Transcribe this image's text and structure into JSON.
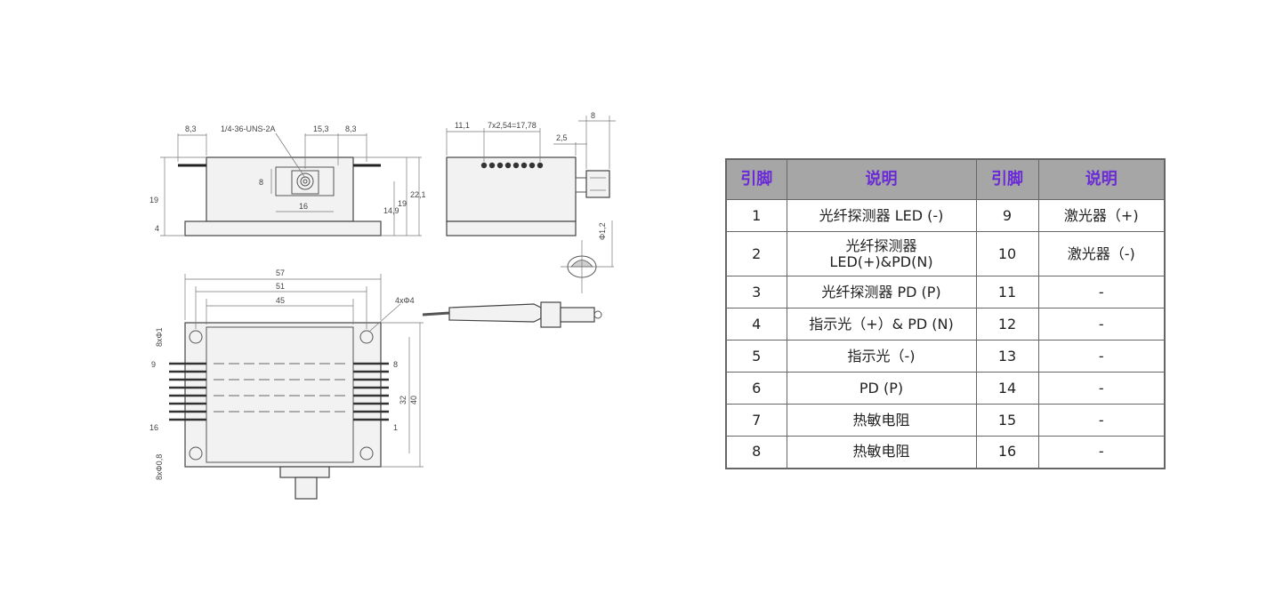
{
  "drawing": {
    "top_view": {
      "thread_label": "1/4-36-UNS-2A",
      "dims": [
        "8,3",
        "15,3",
        "8,3",
        "8",
        "16",
        "19",
        "4",
        "14,9",
        "19",
        "22,1"
      ]
    },
    "side_view": {
      "dims": [
        "11,1",
        "7x2,54=17,78",
        "2,5",
        "8",
        "Φ1,2"
      ]
    },
    "plan_view": {
      "dims": [
        "57",
        "51",
        "45",
        "4xΦ4",
        "8xΦ1",
        "8xΦ0,8",
        "32",
        "40"
      ],
      "pin_labels": [
        "9",
        "16",
        "8",
        "1"
      ]
    }
  },
  "table": {
    "headers": [
      "引脚",
      "说明",
      "引脚",
      "说明"
    ],
    "rows": [
      {
        "pin_a": "1",
        "desc_a": "光纤探测器 LED (-)",
        "pin_b": "9",
        "desc_b": "激光器（+)"
      },
      {
        "pin_a": "2",
        "desc_a": "光纤探测器 LED(+)&PD(N)",
        "pin_b": "10",
        "desc_b": "激光器（-)"
      },
      {
        "pin_a": "3",
        "desc_a": "光纤探测器 PD (P)",
        "pin_b": "11",
        "desc_b": "-"
      },
      {
        "pin_a": "4",
        "desc_a": "指示光（+）& PD (N)",
        "pin_b": "12",
        "desc_b": "-"
      },
      {
        "pin_a": "5",
        "desc_a": "指示光（-)",
        "pin_b": "13",
        "desc_b": "-"
      },
      {
        "pin_a": "6",
        "desc_a": "PD (P)",
        "pin_b": "14",
        "desc_b": "-"
      },
      {
        "pin_a": "7",
        "desc_a": "热敏电阻",
        "pin_b": "15",
        "desc_b": "-"
      },
      {
        "pin_a": "8",
        "desc_a": "热敏电阻",
        "pin_b": "16",
        "desc_b": "-"
      }
    ]
  }
}
